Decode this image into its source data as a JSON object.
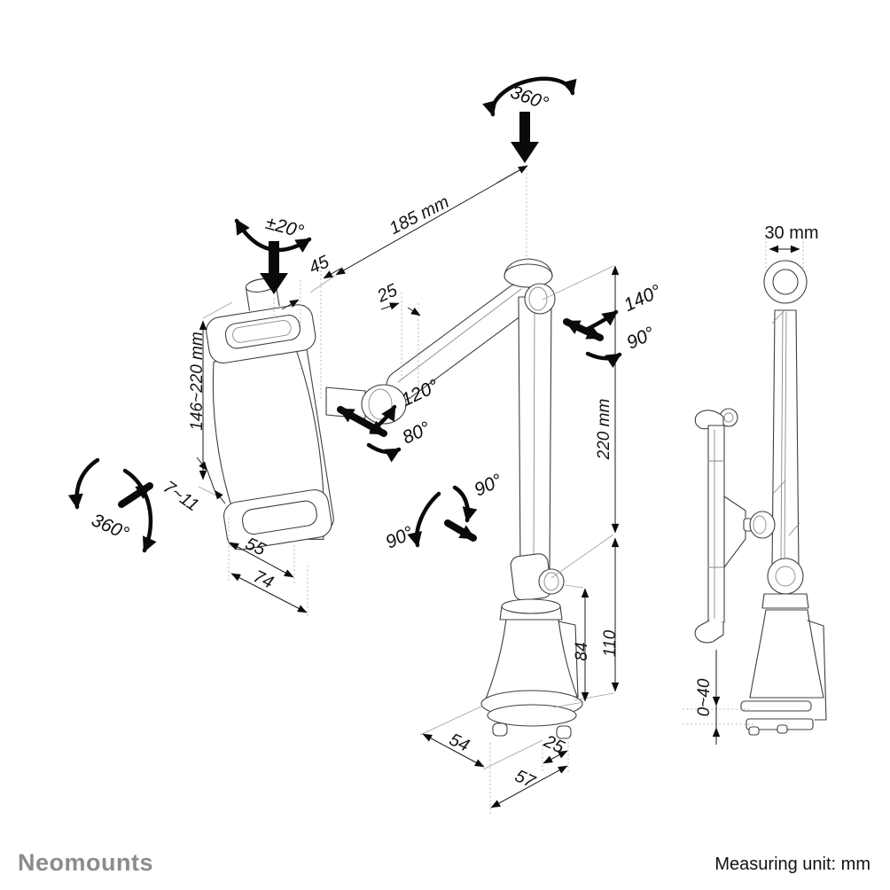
{
  "brand": {
    "logo_text": "Neomounts"
  },
  "footer": {
    "measuring_unit_label": "Measuring unit: mm"
  },
  "front_view": {
    "angles": {
      "top_rotation": "360°",
      "holder_tilt": "±20°",
      "holder_swivel": "360°",
      "upper_joint_up": "120°",
      "upper_joint_down": "80°",
      "elbow_up": "140°",
      "elbow_down": "90°",
      "lower_tilt_left": "90°",
      "lower_tilt_right": "90°"
    },
    "dimensions": {
      "arm_length": "185 mm",
      "holder_depth": "45",
      "arm_diameter": "25",
      "holder_height_range": "146~220 mm",
      "clamp_jaw_range": "7~11",
      "holder_inner_width": "55",
      "holder_outer_width": "74",
      "column_height": "220 mm",
      "base_upper_height": "84",
      "base_total_height": "110",
      "base_width": "54",
      "base_tab_offset": "25",
      "base_depth": "57"
    }
  },
  "side_view": {
    "dimensions": {
      "arm_width": "30 mm",
      "clamp_opening_range": "0~40"
    }
  }
}
